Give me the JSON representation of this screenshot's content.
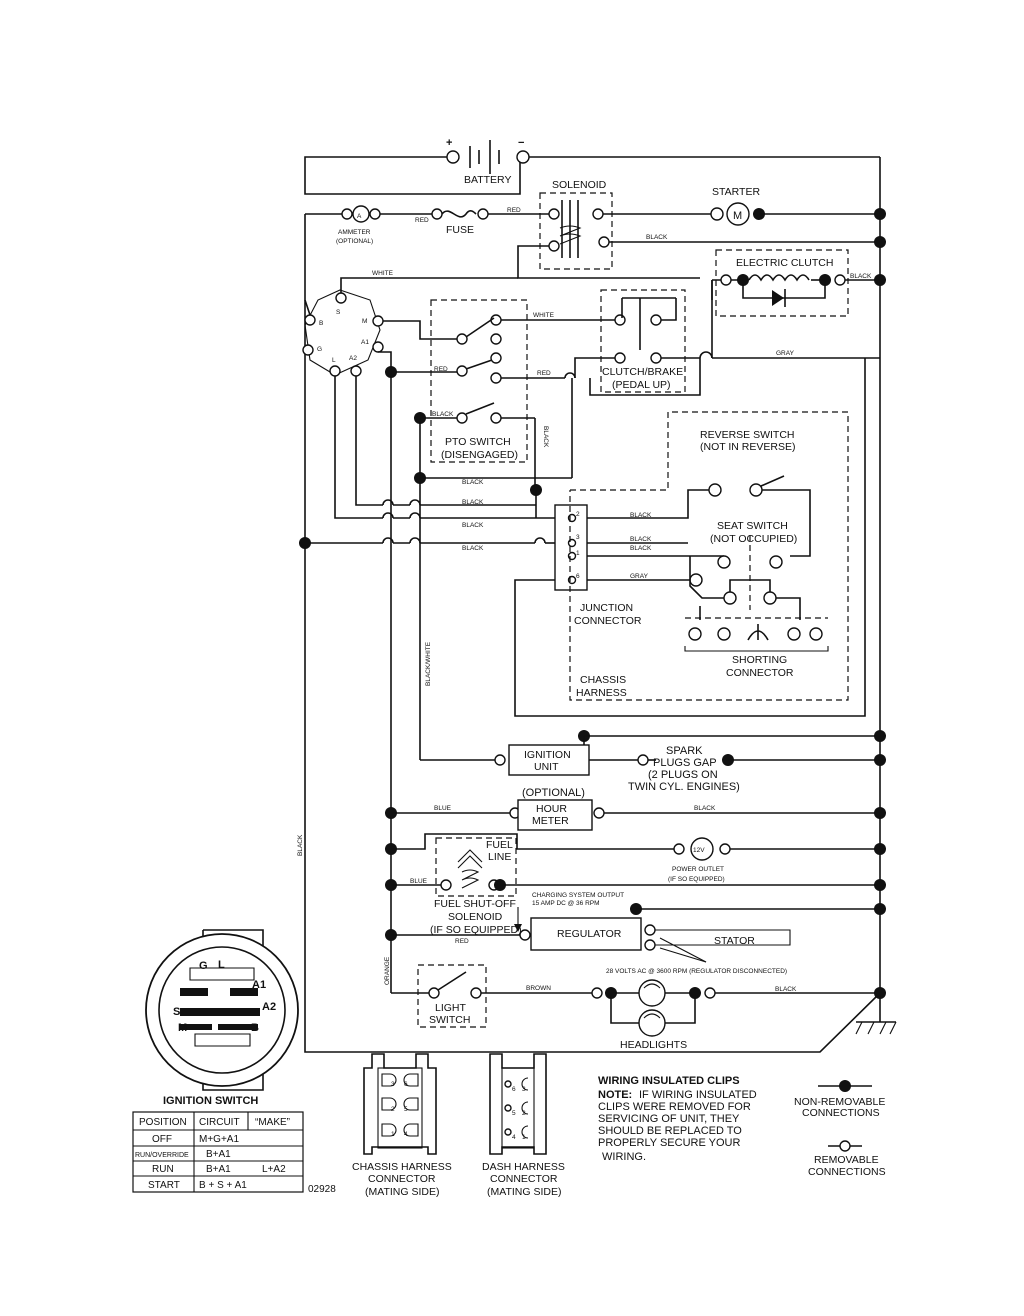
{
  "components": {
    "battery": "BATTERY",
    "solenoid": "SOLENOID",
    "starter": "STARTER",
    "motor_symbol": "M",
    "ammeter_symbol": "A",
    "ammeter": [
      "AMMETER",
      "(OPTIONAL)"
    ],
    "fuse": "FUSE",
    "electric_clutch": "ELECTRIC CLUTCH",
    "clutch_brake": [
      "CLUTCH/BRAKE",
      "(PEDAL UP)"
    ],
    "pto_switch": [
      "PTO SWITCH",
      "(DISENGAGED)"
    ],
    "reverse_switch": [
      "REVERSE SWITCH",
      "(NOT IN REVERSE)"
    ],
    "seat_switch": [
      "SEAT SWITCH",
      "(NOT OCCUPIED)"
    ],
    "junction_connector": [
      "JUNCTION",
      "CONNECTOR"
    ],
    "chassis_harness": [
      "CHASSIS",
      "HARNESS"
    ],
    "shorting_connector": [
      "SHORTING",
      "CONNECTOR"
    ],
    "ignition_unit": [
      "IGNITION",
      "UNIT"
    ],
    "spark_plugs": [
      "SPARK",
      "PLUGS GAP",
      "(2 PLUGS ON",
      "TWIN CYL. ENGINES)"
    ],
    "optional": "(OPTIONAL)",
    "hour_meter": [
      "HOUR",
      "METER"
    ],
    "fuel_line": [
      "FUEL",
      "LINE"
    ],
    "power_outlet": [
      "POWER OUTLET",
      "(IF SO EQUIPPED)"
    ],
    "power_outlet_symbol": "12V",
    "fuel_solenoid": [
      "FUEL SHUT-OFF",
      "SOLENOID",
      "(IF SO EQUIPPED)"
    ],
    "charging_output": [
      "CHARGING SYSTEM OUTPUT",
      "15 AMP DC @ 36 RPM"
    ],
    "regulator": "REGULATOR",
    "stator": "STATOR",
    "stator_note": "28 VOLTS AC @ 3600 RPM (REGULATOR DISCONNECTED)",
    "light_switch": [
      "LIGHT",
      "SWITCH"
    ],
    "headlights": "HEADLIGHTS",
    "ignition_switch": "IGNITION SWITCH",
    "terminals": [
      "S",
      "B",
      "G",
      "L",
      "A2",
      "A1",
      "M"
    ],
    "switch_face": [
      "G",
      "L",
      "A1",
      "S",
      "A2",
      "M",
      "B"
    ],
    "junction_pins": [
      "2",
      "3",
      "1",
      "6"
    ]
  },
  "wires": {
    "red": "RED",
    "black": "BLACK",
    "white": "WHITE",
    "gray": "GRAY",
    "blue": "BLUE",
    "orange": "ORANGE",
    "brown": "BROWN",
    "black_white": "BLACK/WHITE"
  },
  "ignition_table": {
    "headers": [
      "POSITION",
      "CIRCUIT",
      "“MAKE”"
    ],
    "rows": [
      [
        "OFF",
        "M+G+A1",
        ""
      ],
      [
        "RUN/OVERRIDE",
        "B+A1",
        ""
      ],
      [
        "RUN",
        "B+A1",
        "L+A2"
      ],
      [
        "START",
        "B + S + A1",
        ""
      ]
    ]
  },
  "drawing_number": "02928",
  "connectors": {
    "chassis": [
      "CHASSIS HARNESS",
      "CONNECTOR",
      "(MATING SIDE)"
    ],
    "chassis_pins": [
      "3",
      "6",
      "2",
      "5",
      "1",
      "4"
    ],
    "dash": [
      "DASH HARNESS",
      "CONNECTOR",
      "(MATING SIDE)"
    ],
    "dash_pins": [
      "6",
      "3",
      "5",
      "2",
      "4",
      "1"
    ]
  },
  "notes": {
    "title": "WIRING INSULATED CLIPS",
    "note_label": "NOTE:",
    "lines": [
      "IF WIRING INSULATED",
      "CLIPS WERE REMOVED FOR",
      "SERVICING OF UNIT, THEY",
      "SHOULD BE REPLACED TO",
      "PROPERLY SECURE YOUR",
      "WIRING."
    ]
  },
  "legend": {
    "non_removable": [
      "NON-REMOVABLE",
      "CONNECTIONS"
    ],
    "removable": [
      "REMOVABLE",
      "CONNECTIONS"
    ]
  }
}
